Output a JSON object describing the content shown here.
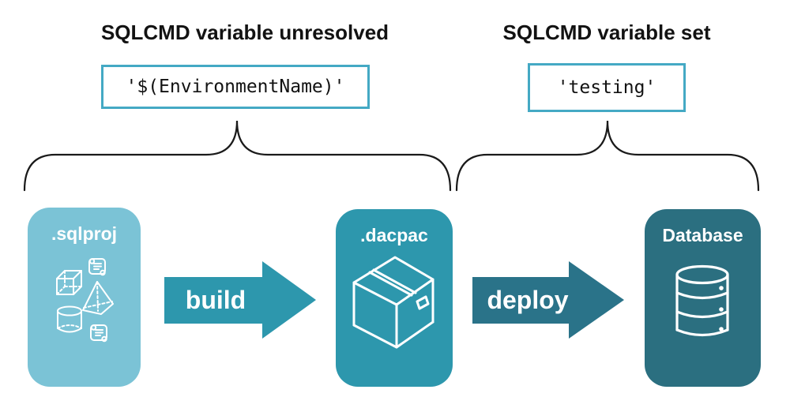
{
  "labels": {
    "heading_unresolved": "SQLCMD variable unresolved",
    "heading_set": "SQLCMD variable set",
    "code_unresolved": "'$(EnvironmentName)'",
    "code_set": "'testing'",
    "build": "build",
    "deploy": "deploy",
    "sqlproj": ".sqlproj",
    "dacpac": ".dacpac",
    "database": "Database"
  },
  "colors": {
    "sqlproj_bg": "#7BC3D6",
    "dacpac_bg": "#2D97AD",
    "build_arrow": "#2D97AD",
    "deploy_arrow": "#2A7389",
    "database_bg": "#2B6F80",
    "code_border": "#44A9C4",
    "brace": "#1A1A1A",
    "text": "#121212",
    "white": "#FFFFFF"
  }
}
